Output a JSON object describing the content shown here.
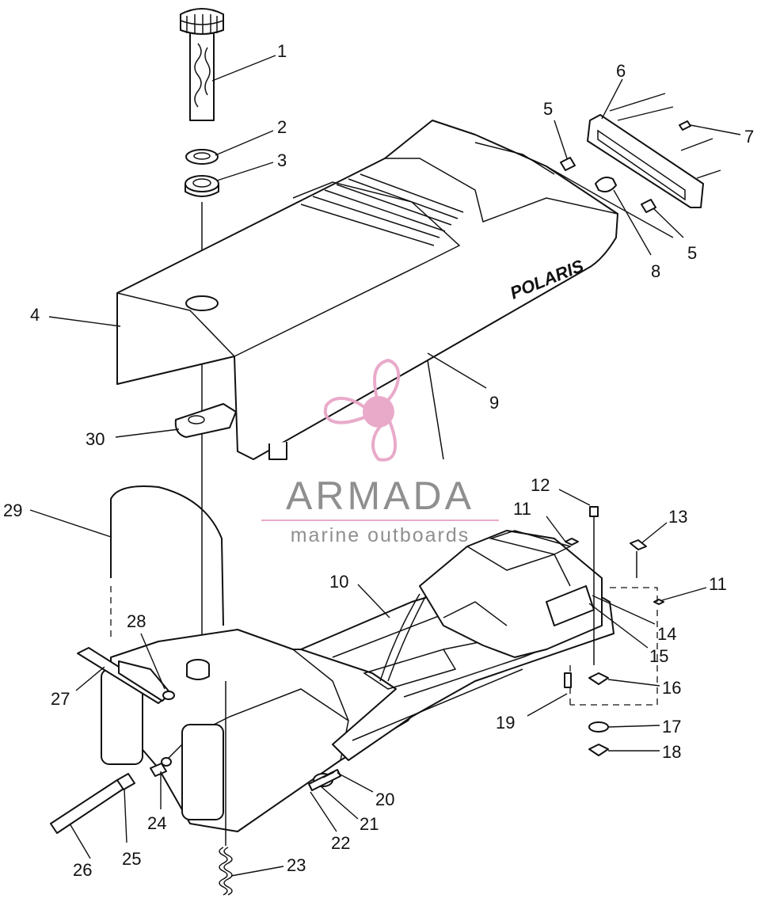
{
  "diagram": {
    "seat_brand": "POLARIS",
    "callouts": [
      {
        "id": "c1",
        "text": "1"
      },
      {
        "id": "c2",
        "text": "2"
      },
      {
        "id": "c3",
        "text": "3"
      },
      {
        "id": "c4",
        "text": "4"
      },
      {
        "id": "c5a",
        "text": "5"
      },
      {
        "id": "c5b",
        "text": "5"
      },
      {
        "id": "c6",
        "text": "6"
      },
      {
        "id": "c7",
        "text": "7"
      },
      {
        "id": "c8",
        "text": "8"
      },
      {
        "id": "c9",
        "text": "9"
      },
      {
        "id": "c10",
        "text": "10"
      },
      {
        "id": "c11a",
        "text": "11"
      },
      {
        "id": "c11b",
        "text": "11"
      },
      {
        "id": "c12",
        "text": "12"
      },
      {
        "id": "c13",
        "text": "13"
      },
      {
        "id": "c14",
        "text": "14"
      },
      {
        "id": "c15",
        "text": "15"
      },
      {
        "id": "c16",
        "text": "16"
      },
      {
        "id": "c17",
        "text": "17"
      },
      {
        "id": "c18",
        "text": "18"
      },
      {
        "id": "c19",
        "text": "19"
      },
      {
        "id": "c20",
        "text": "20"
      },
      {
        "id": "c21",
        "text": "21"
      },
      {
        "id": "c22",
        "text": "22"
      },
      {
        "id": "c23",
        "text": "23"
      },
      {
        "id": "c24",
        "text": "24"
      },
      {
        "id": "c25",
        "text": "25"
      },
      {
        "id": "c26",
        "text": "26"
      },
      {
        "id": "c27",
        "text": "27"
      },
      {
        "id": "c28",
        "text": "28"
      },
      {
        "id": "c29",
        "text": "29"
      },
      {
        "id": "c30",
        "text": "30"
      }
    ]
  },
  "watermark": {
    "name": "ARMADA",
    "tagline": "marine outboards",
    "color": "#e8a6c8",
    "text_color": "#8a8a8a"
  }
}
